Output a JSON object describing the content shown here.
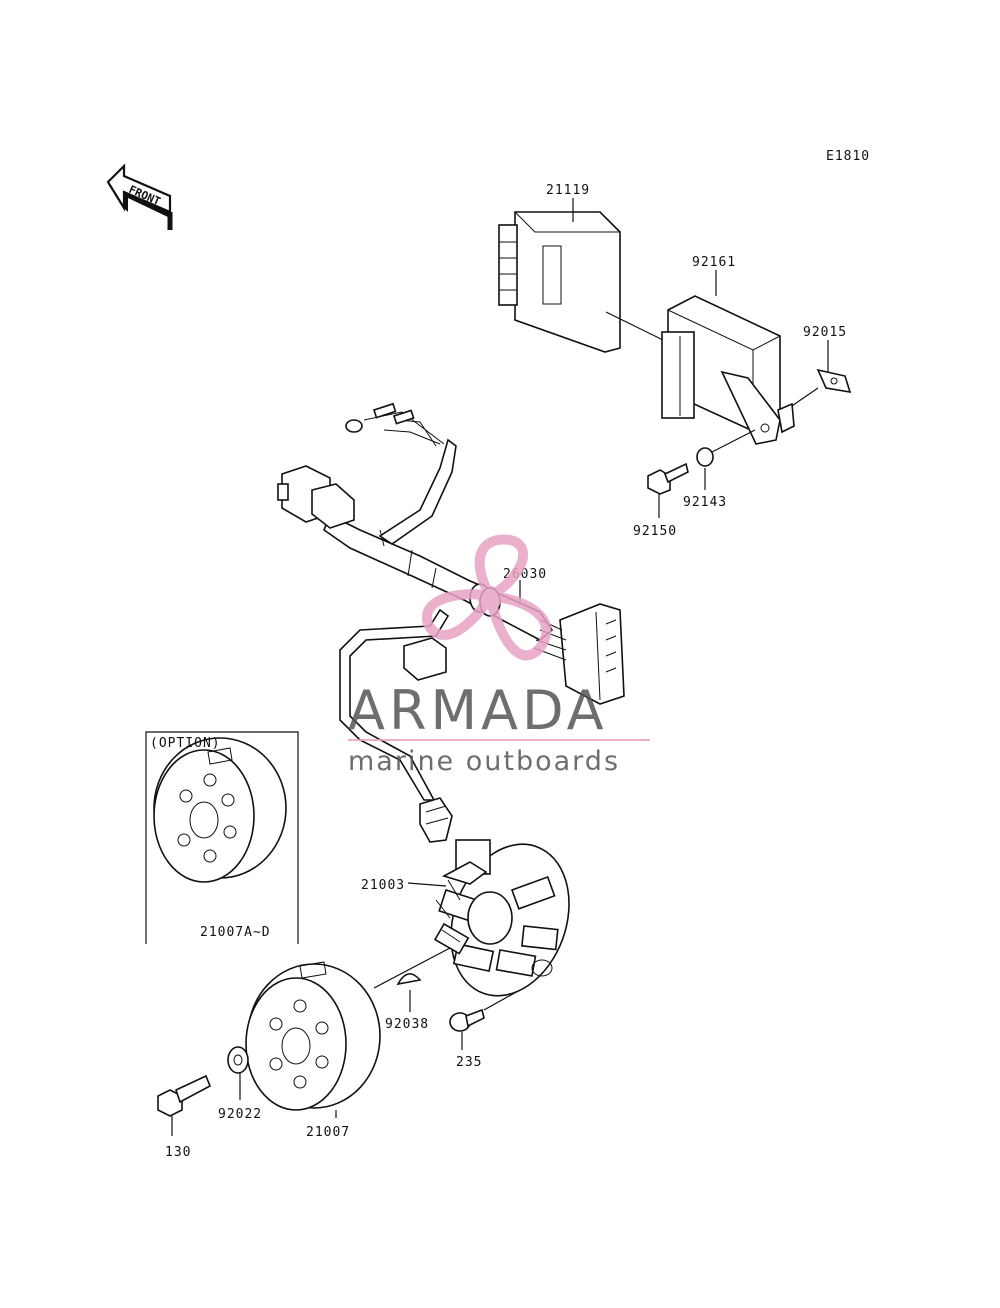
{
  "diagram_code": "E1810",
  "front_label": "FRONT",
  "option_label": "(OPTION)",
  "parts": {
    "p21119": "21119",
    "p92161": "92161",
    "p92015": "92015",
    "p92143": "92143",
    "p92150": "92150",
    "p26030": "26030",
    "p21003": "21003",
    "p21007AD": "21007A~D",
    "p92038": "92038",
    "p235": "235",
    "p21007": "21007",
    "p92022": "92022",
    "p130": "130"
  },
  "watermark": {
    "brand": "ARMADA",
    "tagline": "marine outboards",
    "brand_color": "#555555",
    "accent_color": "#e8a3c4"
  }
}
